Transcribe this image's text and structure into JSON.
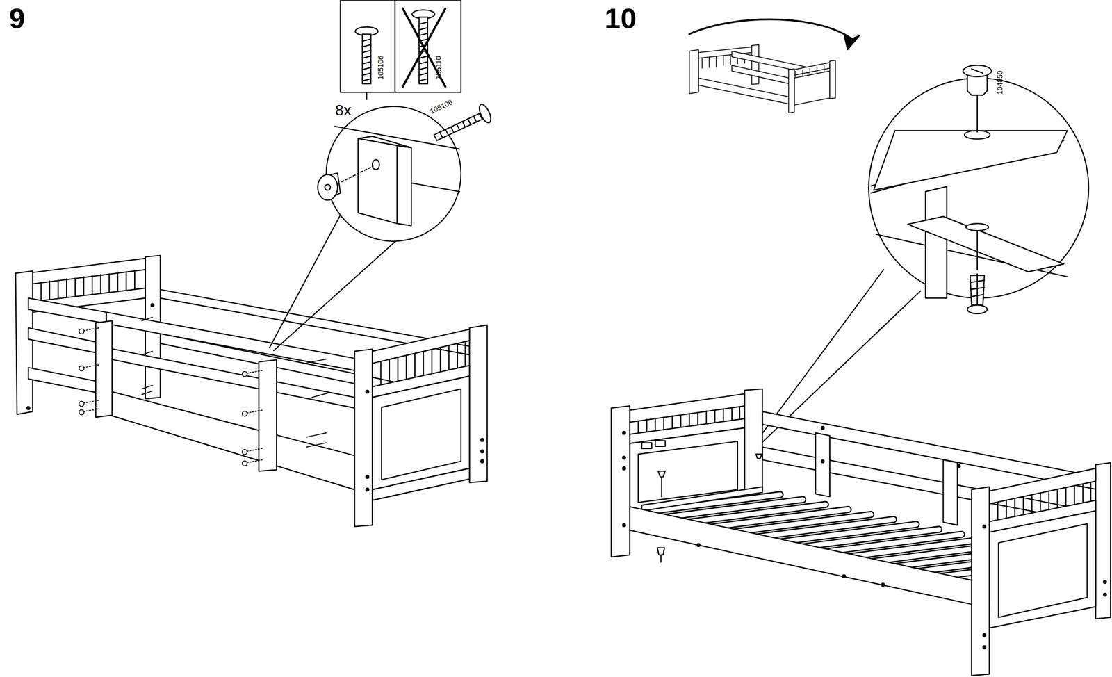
{
  "diagram": {
    "labels": [
      "9",
      "10",
      "8x",
      "105106",
      "105110",
      "105106",
      "104850"
    ]
  }
}
